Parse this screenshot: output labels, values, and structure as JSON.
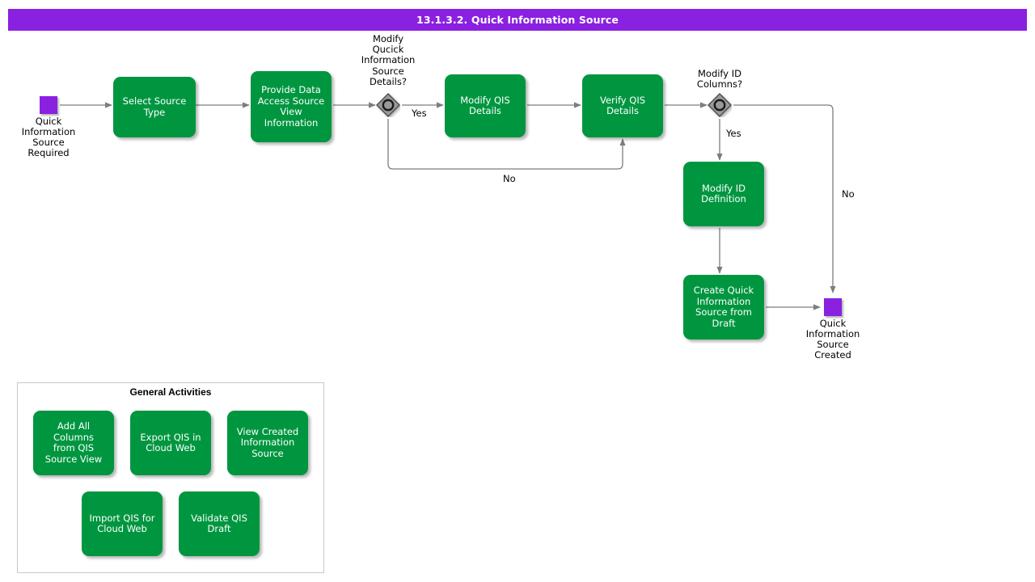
{
  "header": {
    "title": "13.1.3.2. Quick Information Source",
    "bar_color": "#8A20E0",
    "title_color": "#FFFFFF"
  },
  "theme": {
    "task_fill": "#009640",
    "task_text": "#FFFFFF",
    "event_fill": "#8A20E0",
    "gateway_fill": "#999999",
    "gateway_stroke": "#333333",
    "connector_color": "#808080",
    "panel_border": "#C8C8C8",
    "canvas_background": "#FFFFFF"
  },
  "diagram": {
    "type": "bpmn-flowchart",
    "start_event": {
      "name": "start-event",
      "label": "Quick\nInformation\nSource\nRequired"
    },
    "end_event": {
      "name": "end-event",
      "label": "Quick\nInformation\nSource\nCreated"
    },
    "tasks": [
      {
        "id": "select-source-type",
        "label": "Select Source\nType"
      },
      {
        "id": "provide-data-access-source-view-information",
        "label": "Provide Data\nAccess Source\nView\nInformation"
      },
      {
        "id": "modify-qis-details",
        "label": "Modify QIS\nDetails"
      },
      {
        "id": "verify-qis-details",
        "label": "Verify QIS\nDetails"
      },
      {
        "id": "modify-id-definition",
        "label": "Modify ID\nDefinition"
      },
      {
        "id": "create-quick-information-source-from-draft",
        "label": "Create Quick\nInformation\nSource from\nDraft"
      }
    ],
    "gateways": [
      {
        "id": "modify-qis-details-gateway",
        "label": "Modify\nQucick\nInformation\nSource\nDetails?",
        "kind": "inclusive"
      },
      {
        "id": "modify-id-columns-gateway",
        "label": "Modify ID\nColumns?",
        "kind": "inclusive"
      }
    ],
    "flow_labels": {
      "gateway1_yes": "Yes",
      "gateway1_no": "No",
      "gateway2_yes": "Yes",
      "gateway2_no": "No"
    }
  },
  "general_activities": {
    "title": "General Activities",
    "items": [
      {
        "id": "add-all-columns-from-qis-source-view",
        "label": "Add All Columns\nfrom QIS\nSource View"
      },
      {
        "id": "export-qis-in-cloud-web",
        "label": "Export QIS in\nCloud Web"
      },
      {
        "id": "view-created-information-source",
        "label": "View Created\nInformation\nSource"
      },
      {
        "id": "import-qis-for-cloud-web",
        "label": "Import QIS for\nCloud Web"
      },
      {
        "id": "validate-qis-draft",
        "label": "Validate QIS\nDraft"
      }
    ]
  }
}
